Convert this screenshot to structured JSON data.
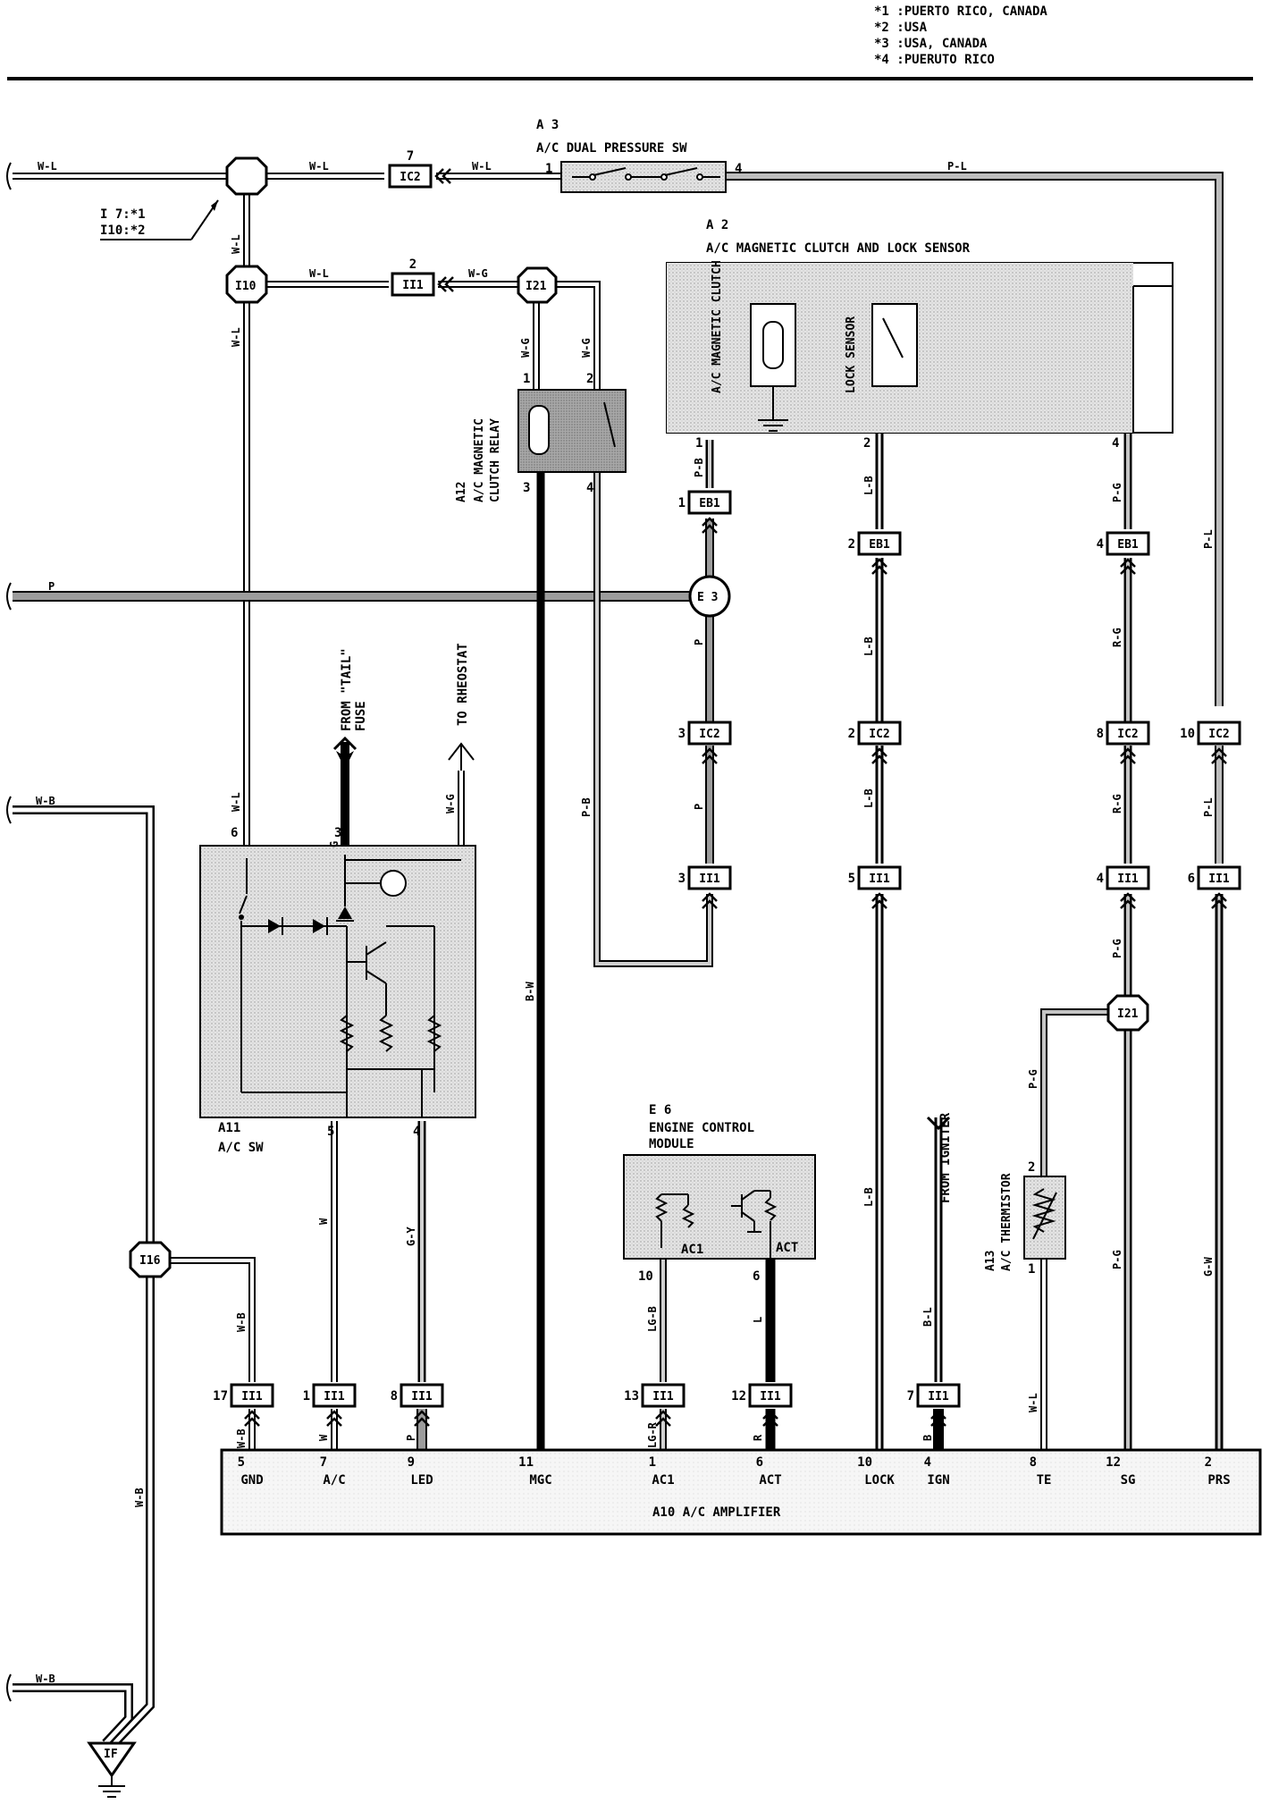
{
  "notes": [
    "*1 :PUERTO RICO, CANADA",
    "*2 :USA",
    "*3 :USA, CANADA",
    "*4 :PUERUTO RICO"
  ],
  "components": {
    "a3": {
      "ref": "A 3",
      "name": "A/C DUAL PRESSURE SW",
      "pin_left": "1",
      "pin_right": "4"
    },
    "a2": {
      "ref": "A 2",
      "name": "A/C MAGNETIC CLUTCH AND LOCK SENSOR",
      "clutch": "A/C MAGNETIC CLUTCH",
      "lock": "LOCK SENSOR",
      "pin1": "1",
      "pin2": "2",
      "pin4": "4"
    },
    "a12": {
      "ref": "A12",
      "name1": "A/C MAGNETIC",
      "name2": "CLUTCH RELAY",
      "pin1": "1",
      "pin2": "2",
      "pin3": "3",
      "pin4": "4"
    },
    "a11": {
      "ref": "A11",
      "name": "A/C SW",
      "pin3": "3",
      "pin4": "4",
      "pin5": "5",
      "pin6": "6"
    },
    "e6": {
      "ref": "E 6",
      "name1": "ENGINE CONTROL",
      "name2": "MODULE",
      "ac1": "AC1",
      "act": "ACT",
      "pin10": "10",
      "pin6": "6"
    },
    "a13": {
      "ref": "A13",
      "name1": "A/C THERMISTOR",
      "pin2": "2",
      "pin1": "1"
    },
    "a10": {
      "label": "A10  A/C AMPLIFIER",
      "terminals": [
        {
          "pin": "5",
          "name": "GND"
        },
        {
          "pin": "7",
          "name": "A/C"
        },
        {
          "pin": "9",
          "name": "LED"
        },
        {
          "pin": "11",
          "name": "MGC"
        },
        {
          "pin": "1",
          "name": "AC1"
        },
        {
          "pin": "6",
          "name": "ACT"
        },
        {
          "pin": "10",
          "name": "LOCK"
        },
        {
          "pin": "4",
          "name": "IGN"
        },
        {
          "pin": "8",
          "name": "TE"
        },
        {
          "pin": "12",
          "name": "SG"
        },
        {
          "pin": "2",
          "name": "PRS"
        }
      ]
    }
  },
  "splices": {
    "i7": "I 7:*1",
    "i10note": "I10:*2",
    "i10": "I10",
    "i21a": "I21",
    "i21b": "I21",
    "e3": "E 3",
    "i16": "I16",
    "if": "IF"
  },
  "connectors": {
    "ic2_top": {
      "name": "IC2",
      "pin": "7"
    },
    "ii1_top": {
      "name": "II1",
      "pin": "2"
    },
    "eb1_1": {
      "name": "EB1",
      "pin": "1"
    },
    "eb1_2": {
      "name": "EB1",
      "pin": "2"
    },
    "eb1_4": {
      "name": "EB1",
      "pin": "4"
    },
    "ic2_3": {
      "name": "IC2",
      "pin": "3"
    },
    "ic2_2": {
      "name": "IC2",
      "pin": "2"
    },
    "ic2_8": {
      "name": "IC2",
      "pin": "8"
    },
    "ic2_10": {
      "name": "IC2",
      "pin": "10"
    },
    "ii1_3": {
      "name": "II1",
      "pin": "3"
    },
    "ii1_5": {
      "name": "II1",
      "pin": "5"
    },
    "ii1_4": {
      "name": "II1",
      "pin": "4"
    },
    "ii1_6": {
      "name": "II1",
      "pin": "6"
    },
    "ii1_17": {
      "name": "II1",
      "pin": "17"
    },
    "ii1_1": {
      "name": "II1",
      "pin": "1"
    },
    "ii1_8": {
      "name": "II1",
      "pin": "8"
    },
    "ii1_13": {
      "name": "II1",
      "pin": "13"
    },
    "ii1_12": {
      "name": "II1",
      "pin": "12"
    },
    "ii1_7": {
      "name": "II1",
      "pin": "7"
    }
  },
  "wires": {
    "wl1": "W-L",
    "wl2": "W-L",
    "wl3": "W-L",
    "wl4": "W-L",
    "wl5": "W-L",
    "wl6": "W-L",
    "wg1": "W-G",
    "wg2": "W-G",
    "wg3": "W-G",
    "wg4": "W-G",
    "pl1": "P-L",
    "pl2": "P-L",
    "pl3": "P-L",
    "p1": "P",
    "p2": "P",
    "p3": "P",
    "pb1": "P-B",
    "pb2": "P-B",
    "lb1": "L-B",
    "lb2": "L-B",
    "lb3": "L-B",
    "lb4": "L-B",
    "pg1": "P-G",
    "pg2": "P-G",
    "pg3": "P-G",
    "pg4": "P-G",
    "rg1": "R-G",
    "rg2": "R-G",
    "g": "G",
    "bw": "B-W",
    "w1": "W",
    "w2": "W",
    "gy": "G-Y",
    "p4": "P",
    "wb1": "W-B",
    "wb2": "W-B",
    "wb3": "W-B",
    "wb4": "W-B",
    "wb5": "W-B",
    "lgb": "LG-B",
    "lgr": "LG-R",
    "l": "L",
    "r": "R",
    "bl": "B-L",
    "b": "B",
    "wl7": "W-L",
    "gw": "G-W"
  },
  "annotations": {
    "tail1": "FROM \"TAIL\"",
    "tail2": "FUSE",
    "rheostat": "TO RHEOSTAT",
    "igniter": "FROM IGNITER"
  }
}
